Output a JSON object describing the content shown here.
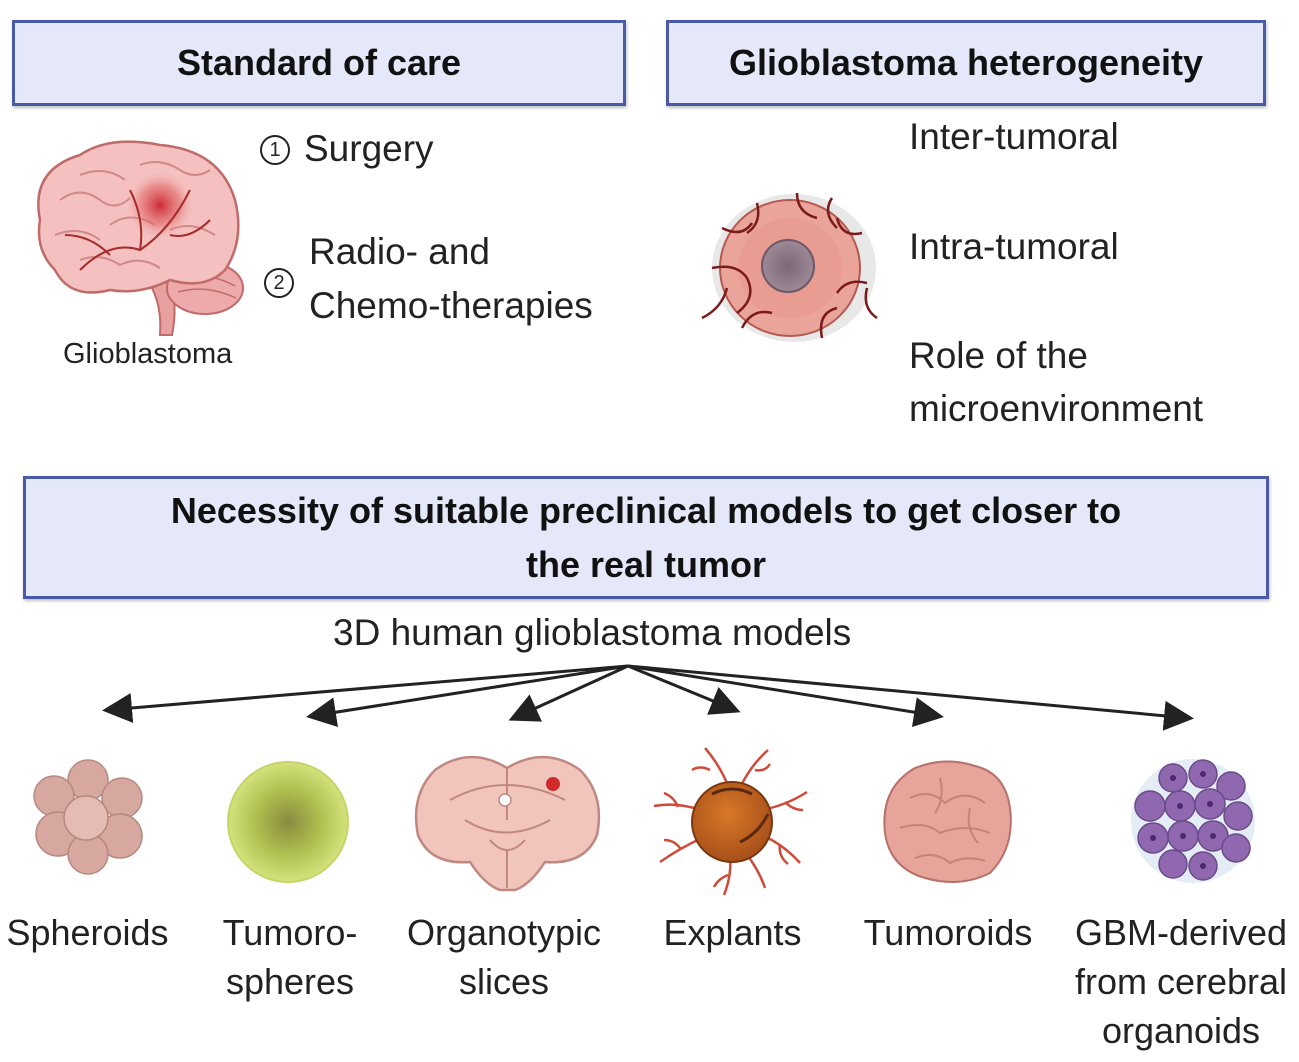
{
  "standard_of_care": {
    "title": "Standard of care",
    "step1_number": "1",
    "step1_label": "Surgery",
    "step2_number": "2",
    "step2_line1": "Radio- and",
    "step2_line2": "Chemo-therapies",
    "brain_caption": "Glioblastoma"
  },
  "heterogeneity": {
    "title": "Glioblastoma heterogeneity",
    "item1": "Inter-tumoral",
    "item2": "Intra-tumoral",
    "item3_line1": "Role of the",
    "item3_line2": "microenvironment"
  },
  "necessity": {
    "line1": "Necessity of suitable preclinical models to get closer to",
    "line2": "the real tumor"
  },
  "models": {
    "heading": "3D human glioblastoma models",
    "items": [
      {
        "line1": "Spheroids"
      },
      {
        "line1": "Tumoro-",
        "line2": "spheres"
      },
      {
        "line1": "Organotypic",
        "line2": "slices"
      },
      {
        "line1": "Explants"
      },
      {
        "line1": "Tumoroids"
      },
      {
        "line1": "GBM-derived",
        "line2": "from cerebral",
        "line3": "organoids"
      }
    ]
  },
  "colors": {
    "box_fill": "#e4e8f8",
    "box_border": "#4a5aa6",
    "brain_pink": "#f2b8b8",
    "vessel_red": "#8c1a1a",
    "organoid_purple": "#9068b0"
  },
  "icons": [
    "brain-icon",
    "tumor-icon",
    "spheroid-icon",
    "tumorosphere-icon",
    "brain-slice-icon",
    "explant-icon",
    "tumoroid-icon",
    "organoid-icon"
  ]
}
